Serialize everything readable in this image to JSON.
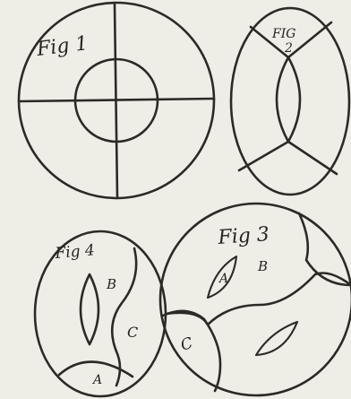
{
  "figures": {
    "fig1": {
      "label": "Fig 1"
    },
    "fig2": {
      "label_line1": "FIG",
      "label_line2": "2"
    },
    "fig3": {
      "label": "Fig 3",
      "regions": [
        "A",
        "B",
        "C"
      ]
    },
    "fig4": {
      "label": "Fig 4",
      "regions": [
        "B",
        "C",
        "A"
      ]
    }
  },
  "colors": {
    "paper": "#eeede6",
    "ink": "#2c2a26"
  }
}
